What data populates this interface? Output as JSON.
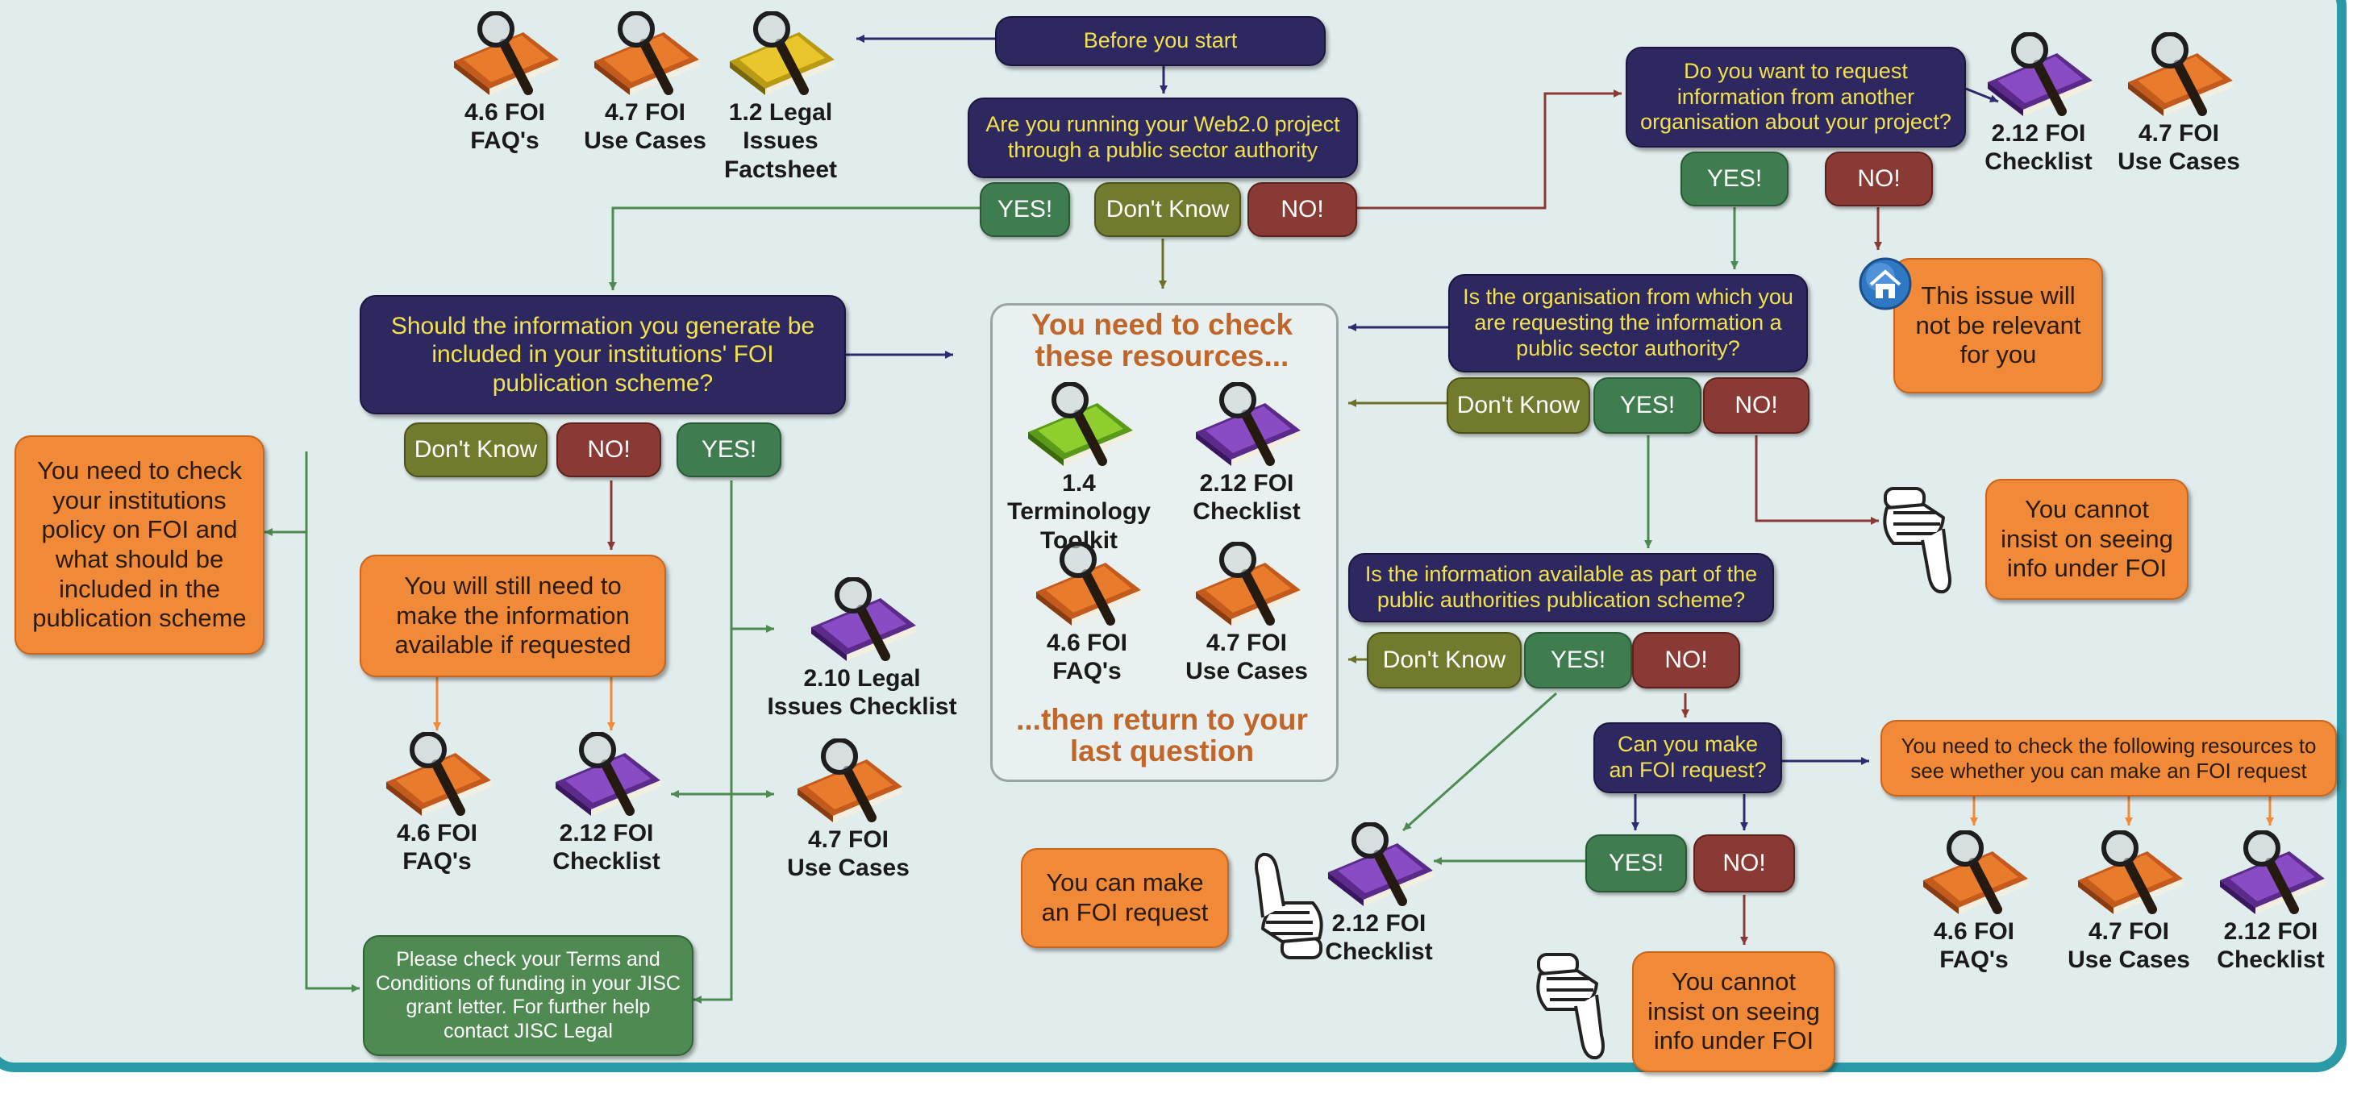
{
  "nodes": {
    "before_start": "Before you start",
    "q_public_sector": "Are you running your Web2.0 project through a public sector authority",
    "q_request_other": "Do you want to request information from another organisation about your project?",
    "q_include_scheme": "Should the information you generate be included in your institutions' FOI publication scheme?",
    "q_org_public": "Is the organisation from which you are requesting the information a public sector authority?",
    "q_available_scheme": "Is the information available as part of the public authorities publication scheme?",
    "q_can_request": "Can you make an FOI request?",
    "not_relevant": "This issue will not be relevant for you",
    "check_policy": "You need to check your institutions policy on FOI and what should be included in the publication scheme",
    "still_available": "You will still need to make the information available if requested",
    "cannot_insist_1": "You cannot insist on seeing info under FOI",
    "cannot_insist_2": "You cannot insist on seeing info under FOI",
    "can_make_request": "You can make an FOI request",
    "check_following": "You need to check the following resources to see whether you can make an FOI request",
    "check_terms": "Please check your Terms and Conditions of funding in your JISC grant letter. For further help contact JISC Legal"
  },
  "answers": {
    "yes": "YES!",
    "no": "NO!",
    "dont_know": "Don't Know"
  },
  "check_panel": {
    "title": "You need to check these resources...",
    "footer": "...then return to your last question"
  },
  "resources": {
    "faq_4_6": "4.6 FOI\nFAQ's",
    "use_cases_4_7": "4.7 FOI\nUse Cases",
    "legal_factsheet_1_2": "1.2 Legal\nIssues\nFactsheet",
    "checklist_2_12": "2.12 FOI\nChecklist",
    "terminology_1_4": "1.4 Terminology\nToolkit",
    "legal_checklist_2_10": "2.10 Legal\nIssues Checklist"
  },
  "colors": {
    "navy": "#2e2860",
    "question_text": "#f2e24b",
    "orange": "#f08a38",
    "green": "#3f7d50",
    "red": "#8a3a34",
    "olive": "#727a2e",
    "frame": "#2a9aa6",
    "background": "#e1ecec"
  },
  "icons": {
    "book_orange": "book-magnifier-orange-icon",
    "book_yellow": "book-magnifier-yellow-icon",
    "book_purple": "book-magnifier-purple-icon",
    "book_green": "book-magnifier-green-icon",
    "home": "home-icon",
    "thumbs_up": "thumbs-up-icon",
    "thumbs_down": "thumbs-down-icon"
  }
}
